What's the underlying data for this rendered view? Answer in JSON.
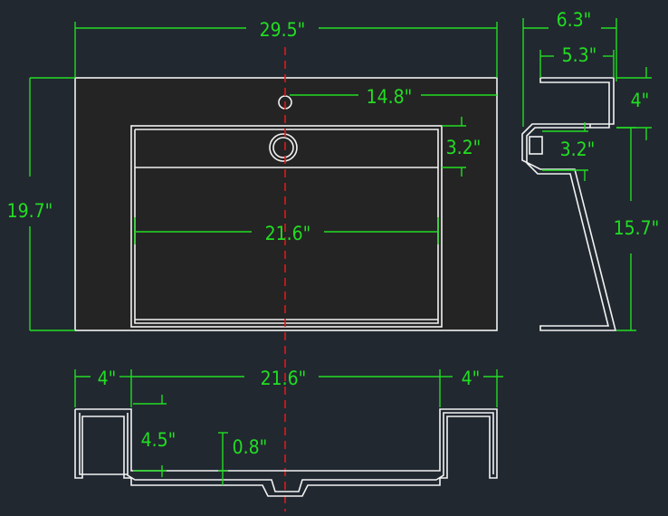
{
  "colors": {
    "background": "#212830",
    "outline": "#f2f2f2",
    "dimension": "#22dd22",
    "centerline": "#e01818"
  },
  "dimensions": {
    "overall_width": "29.5\"",
    "overall_height": "19.7\"",
    "drain_offset": "14.8\"",
    "top_rim_depth": "3.2\"",
    "bowl_width": "21.6\"",
    "side_overall_depth": "6.3\"",
    "side_inner_depth": "5.3\"",
    "side_top_height": "4\"",
    "side_mid_height": "3.2\"",
    "side_body_height": "15.7\"",
    "front_left_deck": "4\"",
    "front_bowl_width": "21.6\"",
    "front_right_deck": "4\"",
    "bowl_depth": "4.5\"",
    "bottom_thickness": "0.8\""
  }
}
